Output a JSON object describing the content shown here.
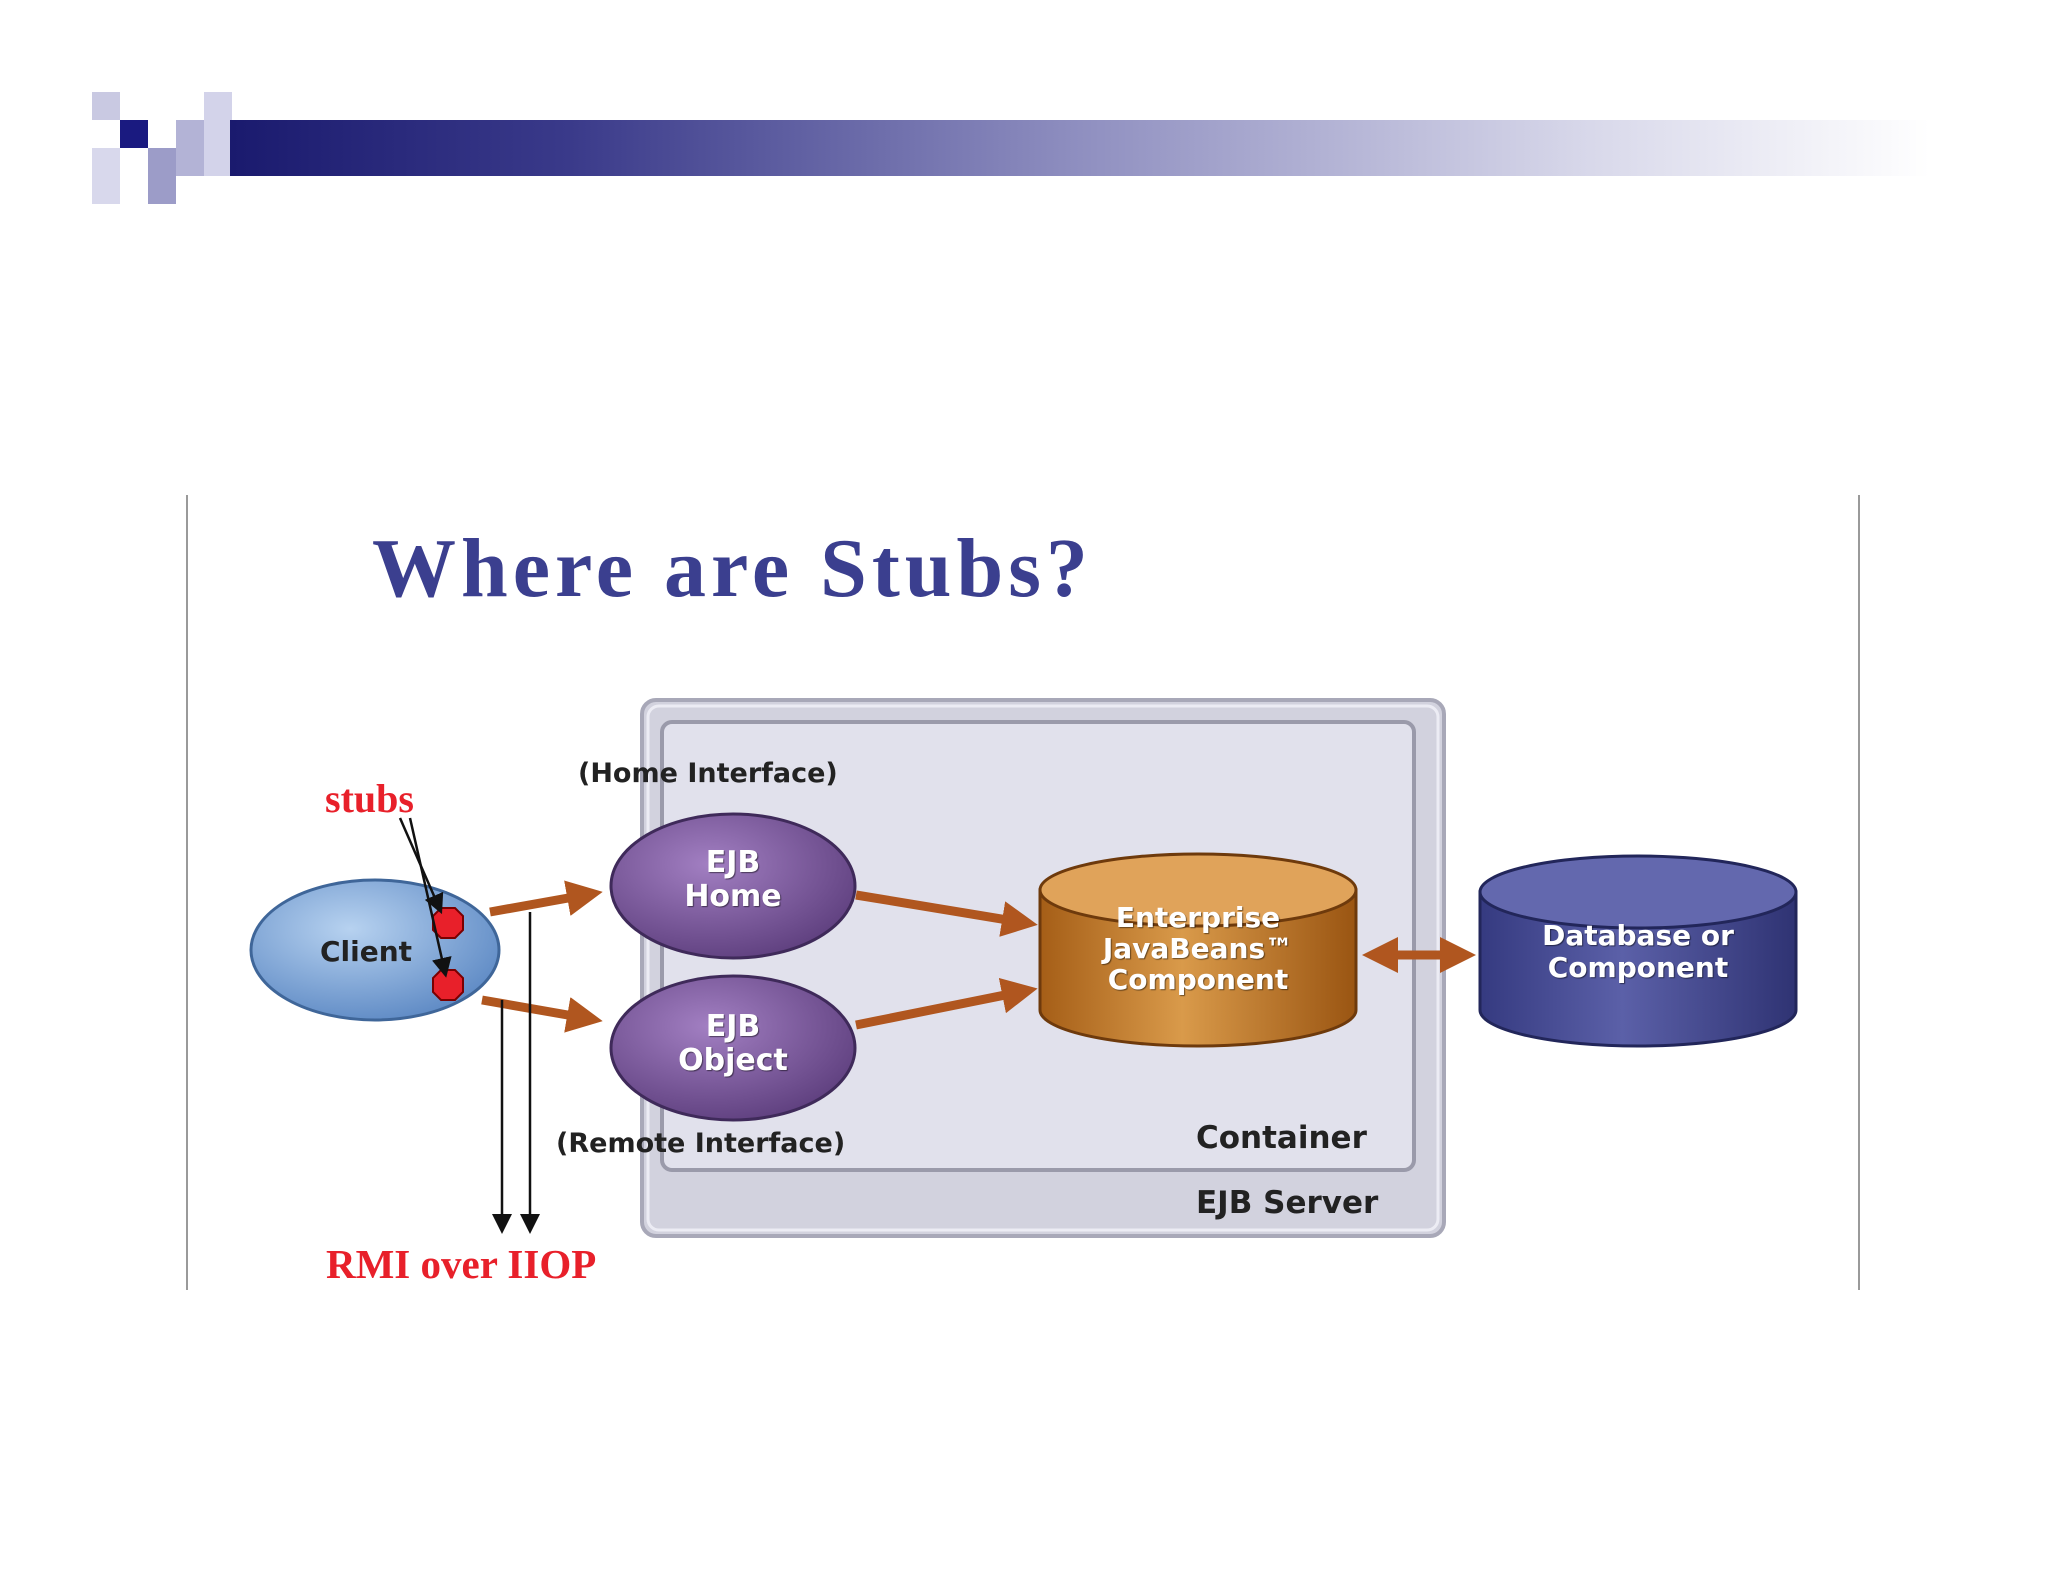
{
  "slide": {
    "title": "Where are Stubs?"
  },
  "annotations": {
    "stubs": "stubs",
    "rmi": "RMI over IIOP"
  },
  "diagram": {
    "client": "Client",
    "home_interface": "(Home Interface)",
    "remote_interface": "(Remote Interface)",
    "ejb_home": [
      "EJB",
      "Home"
    ],
    "ejb_object": [
      "EJB",
      "Object"
    ],
    "component": [
      "Enterprise",
      "JavaBeans™",
      "Component"
    ],
    "database": [
      "Database or",
      "Component"
    ],
    "container": "Container",
    "server": "EJB Server"
  },
  "colors": {
    "title": "#3b3f8f",
    "annotation": "#e8202a",
    "client": "#7fa9dc",
    "ejb": "#7d5a9c",
    "component": "#c27a2a",
    "database": "#4a4f95",
    "arrow": "#b0561f"
  }
}
